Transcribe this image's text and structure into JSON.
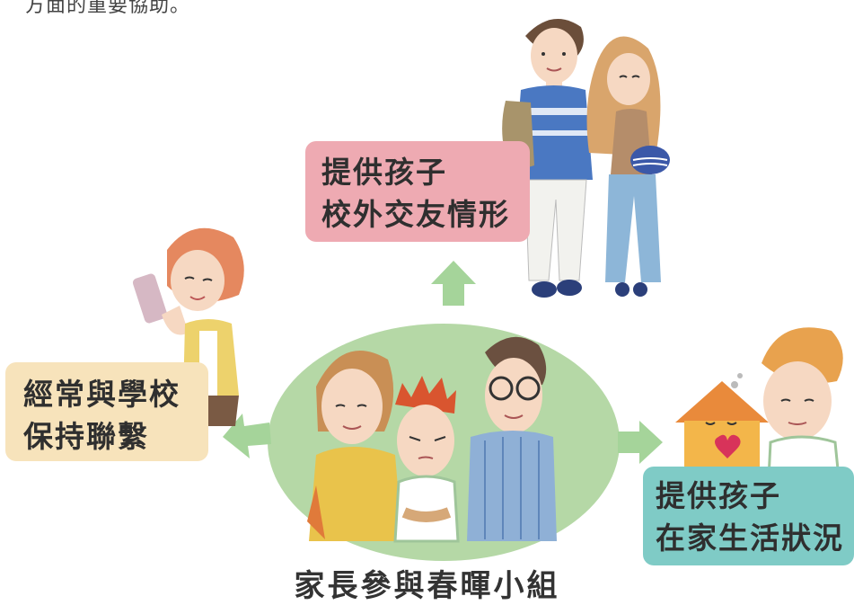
{
  "top_text": "方面的重要協助。",
  "boxes": {
    "top": {
      "line1": "提供孩子",
      "line2": "校外交友情形",
      "color": "#eeaab2"
    },
    "left": {
      "line1": "經常與學校",
      "line2": "保持聯繫",
      "color": "#f7e3bb"
    },
    "right": {
      "line1": "提供孩子",
      "line2": "在家生活狀況",
      "color": "#7fcbc6"
    }
  },
  "center_ellipse_color": "#b5d8a6",
  "arrow_color": "#a5d49a",
  "caption": "家長參與春暉小組"
}
